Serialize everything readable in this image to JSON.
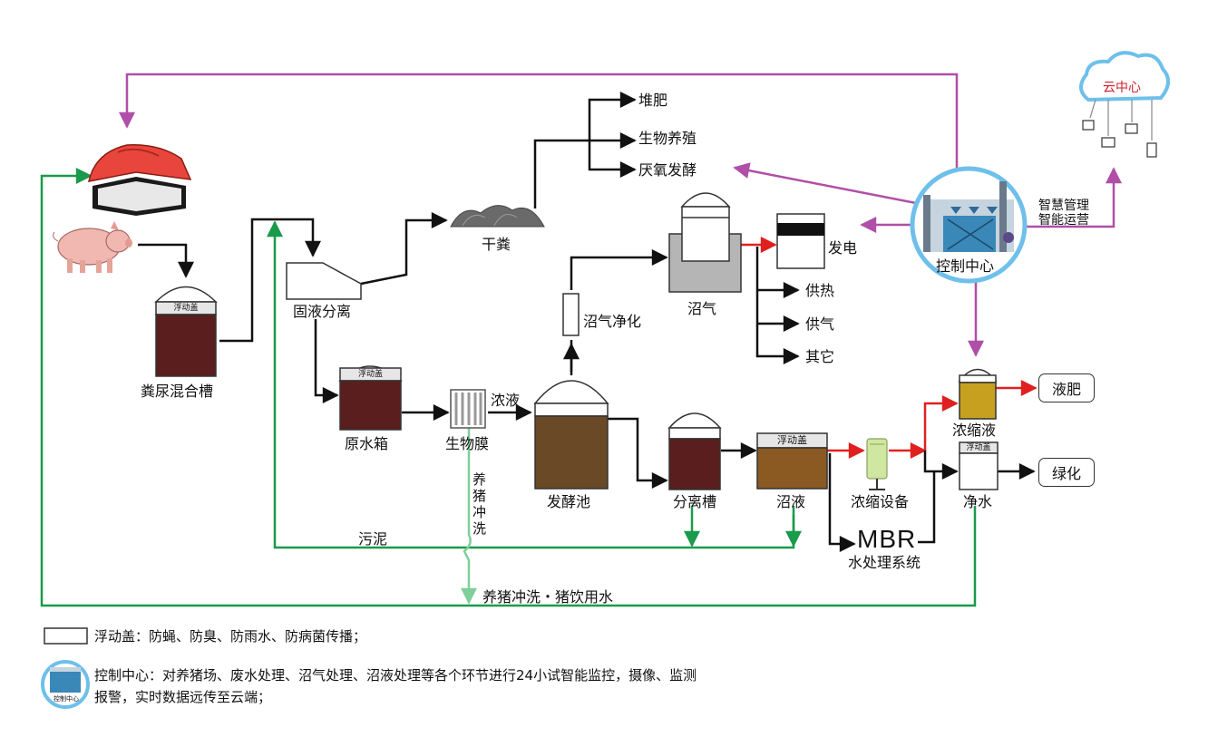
{
  "title": "",
  "float_cover": "浮动盖",
  "nodes": {
    "mixing_tank": "粪尿混合槽",
    "solid_liquid_sep": "固液分离",
    "dry_manure": "干粪",
    "compost": "堆肥",
    "bio_breeding": "生物养殖",
    "anaerobic_ferment": "厌氧发酵",
    "raw_water_tank": "原水箱",
    "biofilm": "生物膜",
    "concentrate": "浓液",
    "ferment_pool": "发酵池",
    "biogas_purify": "沼气净化",
    "biogas": "沼气",
    "power": "发电",
    "heating": "供热",
    "gas_supply": "供气",
    "other": "其它",
    "sep_tank": "分离槽",
    "biogas_slurry": "沼液",
    "concentrator": "浓缩设备",
    "concentrated_liquid": "浓缩液",
    "liquid_fertilizer": "液肥",
    "clean_water": "净水",
    "greening": "绿化",
    "mbr": "MBR",
    "water_system": "水处理系统",
    "sludge": "污泥",
    "flush_vertical": "养猪冲洗",
    "flush_water": "养猪冲洗・猪饮用水",
    "control_center": "控制中心",
    "smart_mgmt_1": "智慧管理",
    "smart_mgmt_2": "智能运营",
    "cloud": "云中心",
    "control_mini": "控制中心"
  },
  "legend": {
    "cover": "浮动盖：防蝇、防臭、防雨水、防病菌传播；",
    "control_line1": "控制中心：对养猪场、废水处理、沼气处理、沼液处理等各个环节进行24小试智能监控，摄像、监测",
    "control_line2": "报警，实时数据远传至云端；"
  },
  "colors": {
    "flow": "#111111",
    "control": "#b04fa8",
    "return_green": "#1a9a4a",
    "light_green": "#7fcf9a",
    "red": "#e0201f",
    "manure": "#5a1e1e",
    "ferment": "#6a4a26",
    "slurry": "#8a5a22",
    "concentrate_liquid": "#c8a020",
    "control_ring": "#6ec0ea"
  },
  "icons": [
    "pig-icon",
    "pig-barn-icon",
    "cloud-icon",
    "control-center-icon",
    "dry-manure-icon",
    "membrane-icon",
    "concentrator-icon",
    "terminal-icons"
  ]
}
